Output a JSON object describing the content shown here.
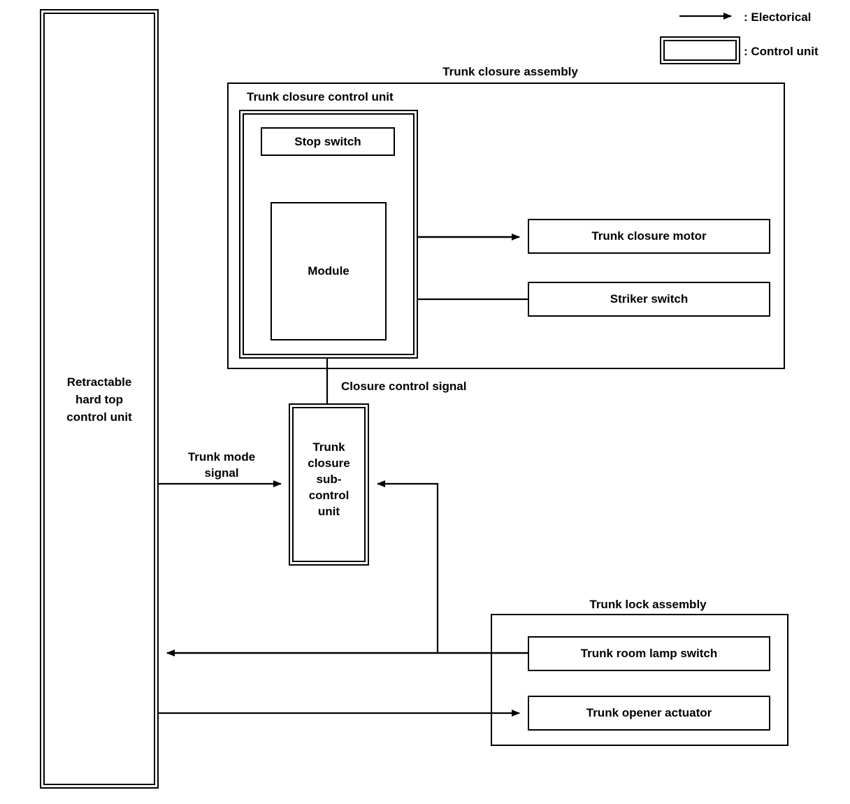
{
  "legend": {
    "electrical": ": Electorical",
    "control_unit": ": Control unit"
  },
  "labels": {
    "trunk_closure_assembly": "Trunk closure assembly",
    "trunk_closure_control_unit": "Trunk closure control unit",
    "closure_control_signal": "Closure control signal",
    "trunk_mode_signal": "Trunk mode\nsignal",
    "trunk_lock_assembly": "Trunk lock assembly"
  },
  "nodes": {
    "retractable_hard_top_control_unit": "Retractable\nhard top\ncontrol unit",
    "stop_switch": "Stop switch",
    "module": "Module",
    "trunk_closure_motor": "Trunk closure motor",
    "striker_switch": "Striker switch",
    "trunk_closure_sub_control_unit": "Trunk\nclosure\nsub-\ncontrol\nunit",
    "trunk_room_lamp_switch": "Trunk room lamp switch",
    "trunk_opener_actuator": "Trunk opener actuator"
  },
  "colors": {
    "line": "#000000",
    "background": "#ffffff"
  }
}
